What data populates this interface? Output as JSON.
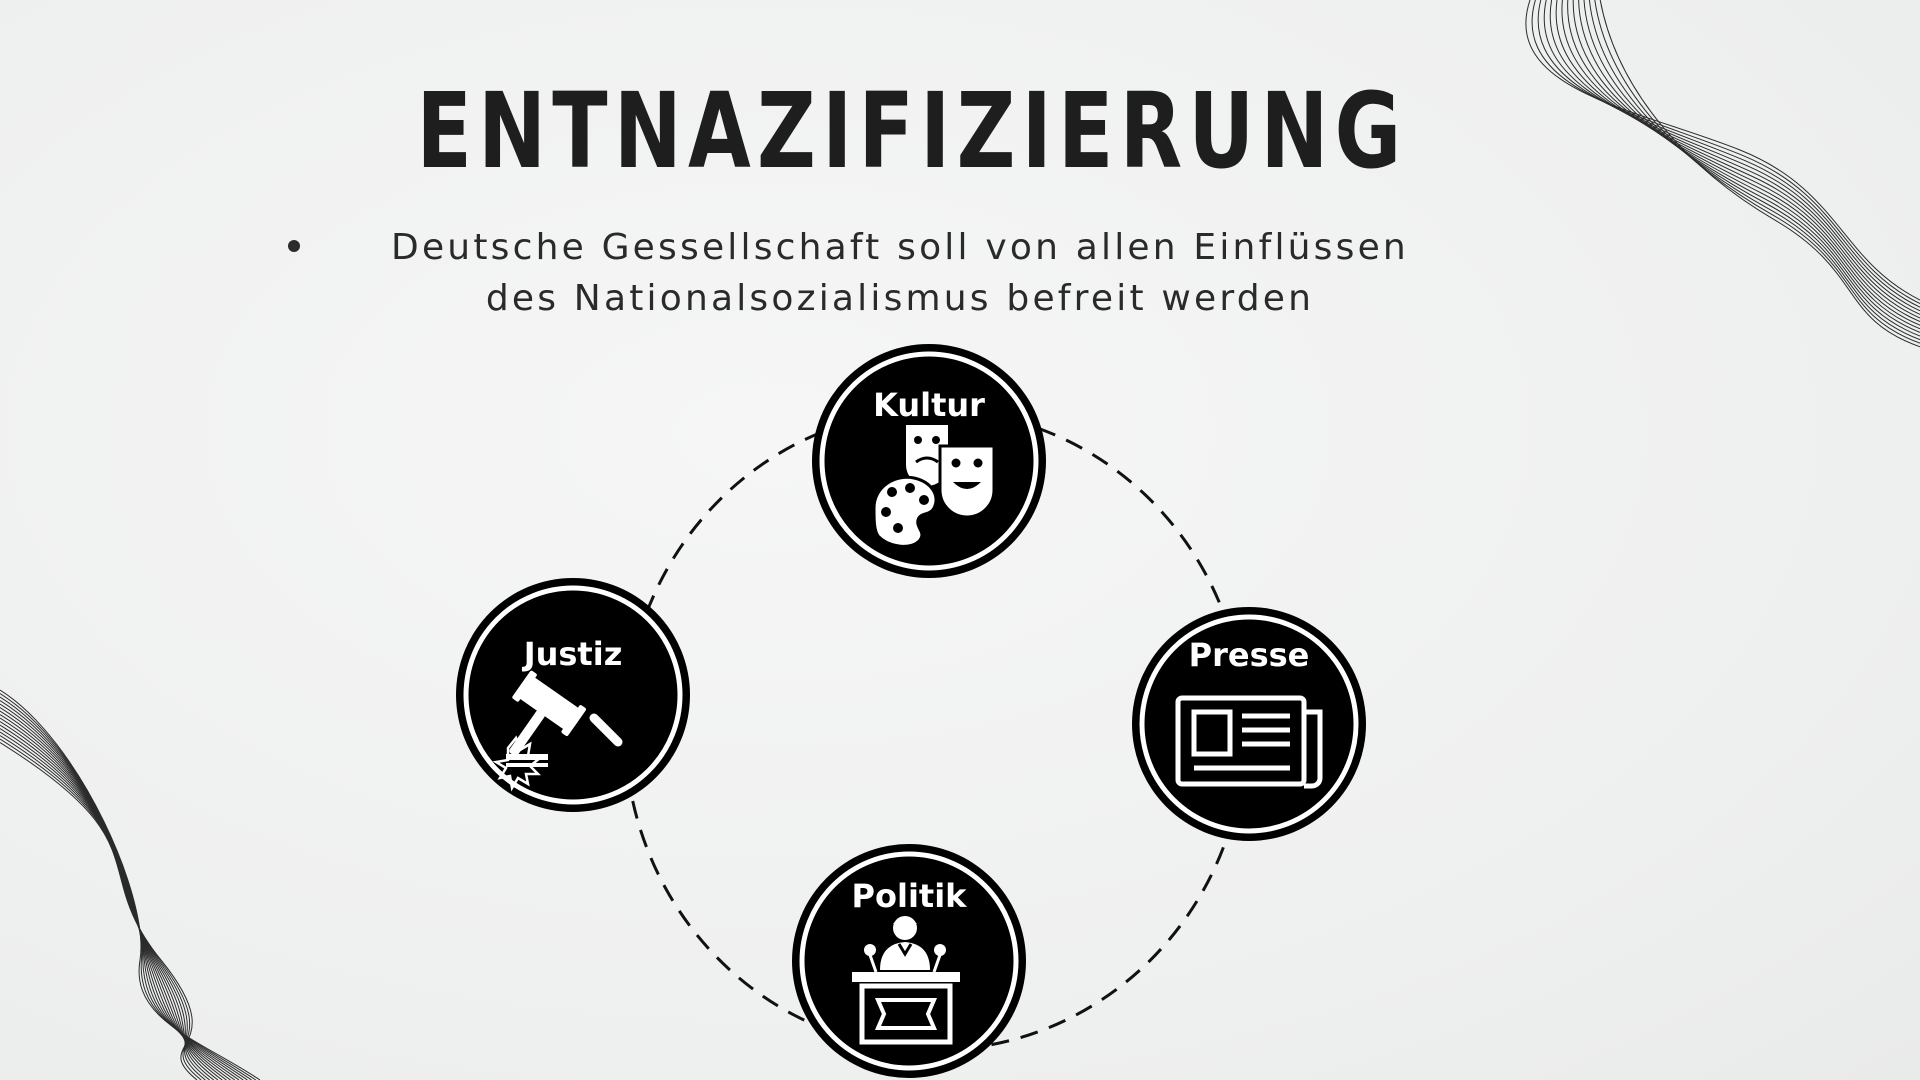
{
  "slide": {
    "title": "ENTNAZIFIZIERUNG",
    "bullet_text": "Deutsche Gessellschaft soll von allen Einflüssen des Nationalsozialismus befreit werden"
  },
  "diagram": {
    "nodes": [
      {
        "id": "kultur",
        "label": "Kultur",
        "icon": "theater-masks-palette-icon"
      },
      {
        "id": "presse",
        "label": "Presse",
        "icon": "newspaper-icon"
      },
      {
        "id": "politik",
        "label": "Politik",
        "icon": "politician-podium-icon"
      },
      {
        "id": "justiz",
        "label": "Justiz",
        "icon": "gavel-icon"
      }
    ],
    "connector": "dashed-circle"
  },
  "colors": {
    "background": "#f1f2f2",
    "node_fill": "#000000",
    "node_ring": "#ffffff",
    "text": "#1e1e1e"
  }
}
